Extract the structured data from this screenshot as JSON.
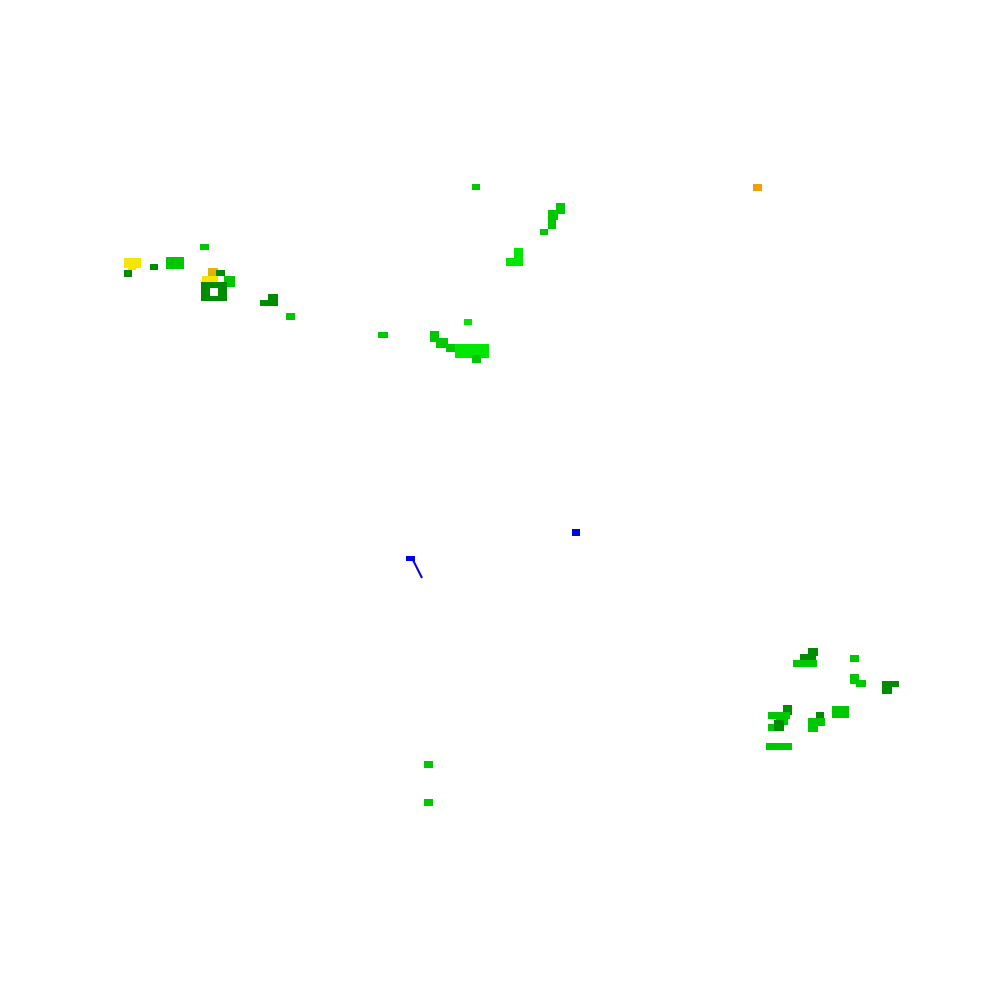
{
  "map": {
    "background": "#ffffff",
    "palette": {
      "green": "#00c800",
      "dark_green": "#008c00",
      "bright_green": "#00e600",
      "yellow": "#f5e600",
      "orange": "#f0a000",
      "gold": "#e6b400",
      "blue": "#0000e6"
    },
    "layers": [
      {
        "name": "vegetation-cluster-northwest",
        "kind": "pixel-cluster"
      },
      {
        "name": "vegetation-cluster-north-central",
        "kind": "pixel-cluster"
      },
      {
        "name": "vegetation-cluster-central",
        "kind": "pixel-cluster"
      },
      {
        "name": "vegetation-cluster-southeast",
        "kind": "pixel-cluster"
      },
      {
        "name": "vegetation-points-south",
        "kind": "pixel-cluster"
      },
      {
        "name": "water-features",
        "kind": "pixel-cluster"
      },
      {
        "name": "hotspot-northeast",
        "kind": "pixel-cluster"
      }
    ]
  }
}
